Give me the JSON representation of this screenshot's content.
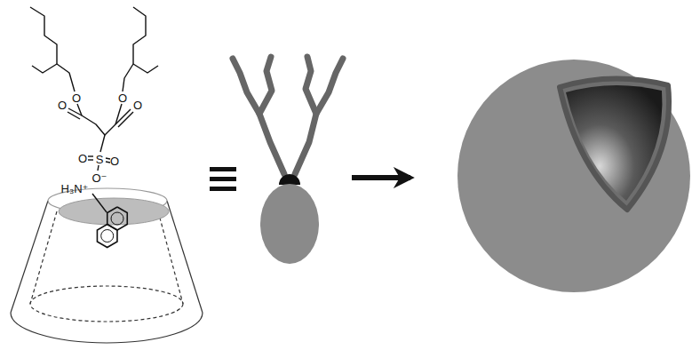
{
  "diagram": {
    "labels": [
      "O",
      "O",
      "O",
      "O",
      "O",
      "S",
      "O",
      "O⁻",
      "H₃N⁺"
    ]
  }
}
